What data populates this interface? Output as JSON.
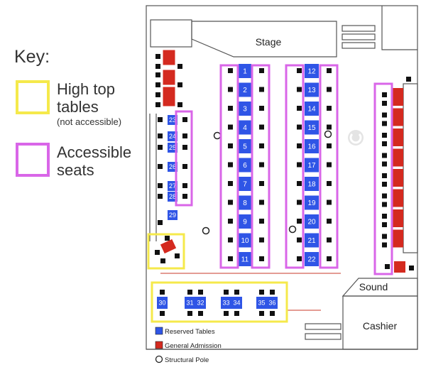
{
  "key": {
    "title": "Key:",
    "high_top": {
      "line1": "High top",
      "line2": "tables",
      "note": "(not accessible)",
      "color": "#f5e94b"
    },
    "accessible": {
      "line1": "Accessible",
      "line2": "seats",
      "color": "#d966e8"
    }
  },
  "rooms": {
    "stage": "Stage",
    "sound": "Sound",
    "cashier": "Cashier"
  },
  "legend": {
    "reserved": "Reserved Tables",
    "general": "General Admission",
    "pole": "Structural Pole"
  },
  "colors": {
    "reserved": "#2f55e6",
    "general": "#d42a1f",
    "accessible_outline": "#d966e8",
    "high_top_outline": "#f5e94b",
    "wall": "#555555",
    "floor_line": "#c83a2a"
  },
  "tables": {
    "column_a": [
      "1",
      "2",
      "3",
      "4",
      "5",
      "6",
      "7",
      "8",
      "9",
      "10",
      "11"
    ],
    "column_b": [
      "12",
      "13",
      "14",
      "15",
      "16",
      "17",
      "18",
      "19",
      "20",
      "21",
      "22"
    ],
    "left": [
      "23",
      "24",
      "25",
      "26",
      "27",
      "28",
      "29"
    ],
    "high_top": [
      "30",
      "31",
      "32",
      "33",
      "34",
      "35",
      "36"
    ]
  }
}
